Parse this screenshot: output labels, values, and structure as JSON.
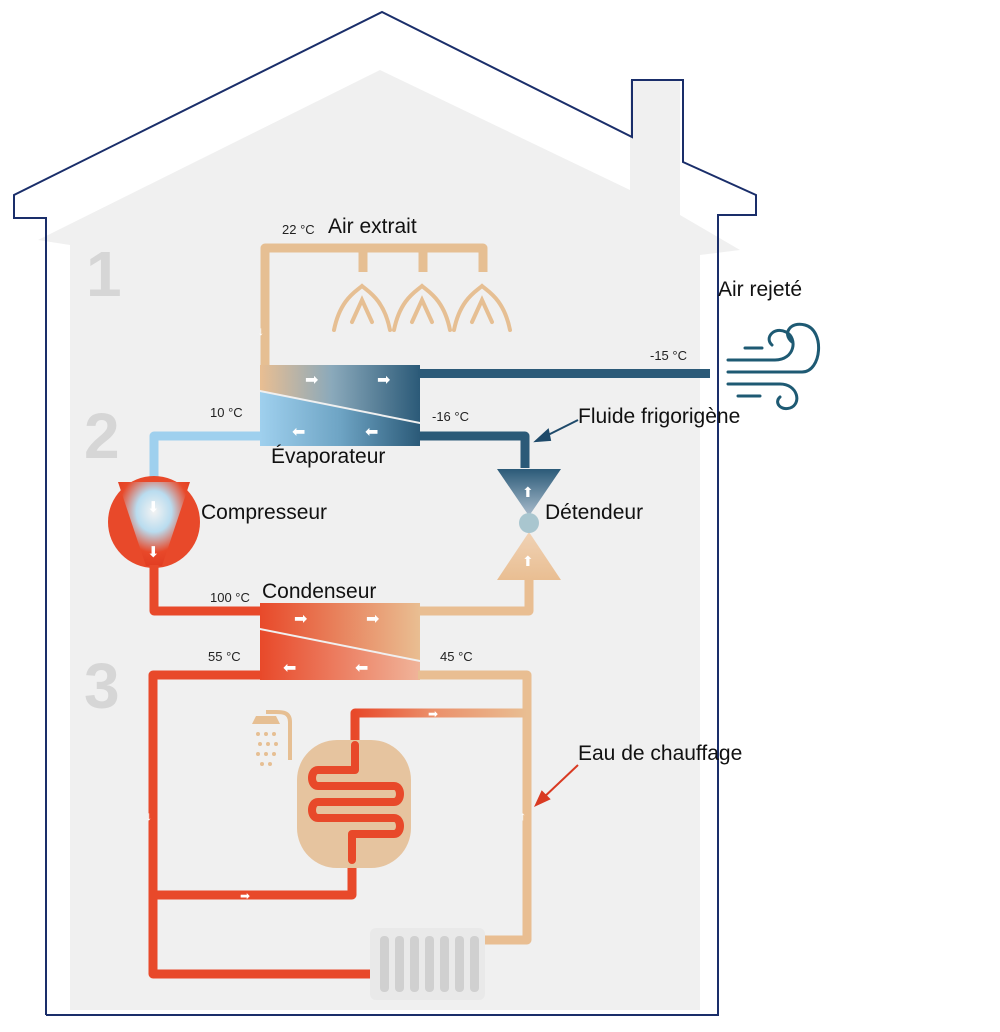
{
  "labels": {
    "air_extrait": "Air extrait",
    "air_rejete": "Air rejeté",
    "fluide": "Fluide frigorigène",
    "evaporateur": "Évaporateur",
    "compresseur": "Compresseur",
    "detendeur": "Détendeur",
    "condenseur": "Condenseur",
    "eau": "Eau de chauffage"
  },
  "temperatures": {
    "t_air_extrait": "22 °C",
    "t_air_rejete": "-15 °C",
    "t_evap_in": "10 °C",
    "t_evap_out": "-16 °C",
    "t_cond_in": "100 °C",
    "t_water_hot": "55 °C",
    "t_water_return": "45 °C"
  },
  "zones": [
    "1",
    "2",
    "3"
  ],
  "colors": {
    "outline": "#1a2e6a",
    "house_fill": "#f0f0f0",
    "air_duct": "#e6bf93",
    "cold_fluid": "#2b5a78",
    "light_blue": "#8cc4e6",
    "hot": "#e8492a",
    "warm": "#e9be92",
    "arrow_red": "#d93a22"
  },
  "icons": [
    "wind-icon",
    "shower-icon",
    "radiator-icon",
    "water-tank-icon",
    "compressor-icon",
    "expansion-valve-icon"
  ]
}
